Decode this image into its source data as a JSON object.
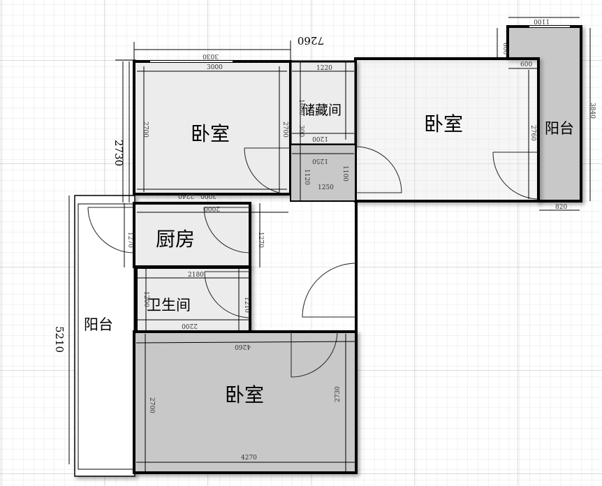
{
  "rooms": {
    "bedroom_top_left": "卧室",
    "storage": "储藏间",
    "bedroom_top_right": "卧室",
    "balcony_right": "阳台",
    "kitchen": "厨房",
    "bathroom": "卫生间",
    "balcony_left": "阳台",
    "bedroom_bottom": "卧室"
  },
  "dimensions": {
    "overall_width": "7260",
    "overall_left_height": "2730",
    "left_balcony_height": "5210",
    "bed1_outer_width": "3030",
    "bed1_width_top": "3000",
    "bed1_width_bottom": "3000",
    "bed1_door": "2240",
    "bed1_height_left": "2700",
    "bed1_height_right": "2700",
    "storage_width_top": "1220",
    "storage_width_mid": "1200",
    "storage_height": "1600",
    "storage_small": "300",
    "closet_width_top": "1250",
    "closet_width_bottom": "1250",
    "closet_height_left": "1120",
    "closet_height_right": "1100",
    "balcony_top_width": "1100",
    "balcony_offset": "600",
    "balcony_inner": "600",
    "balcony_height": "3840",
    "balcony_bottom": "820",
    "bed2_height": "2760",
    "kitchen_width": "2000",
    "kitchen_height_left": "1270",
    "kitchen_height_right": "1270",
    "bath_width_top": "2180",
    "bath_width_bottom": "2200",
    "bath_height_left": "1200",
    "bath_height_right": "1210",
    "bed3_width_top": "4260",
    "bed3_width_bottom": "4270",
    "bed3_height_left": "2700",
    "bed3_height_right": "2730"
  },
  "colors": {
    "light_fill": "#ececec",
    "gray_fill": "#c8c8c8",
    "grid_minor": "#e6e6e6",
    "grid_major": "#b5b5b5"
  }
}
